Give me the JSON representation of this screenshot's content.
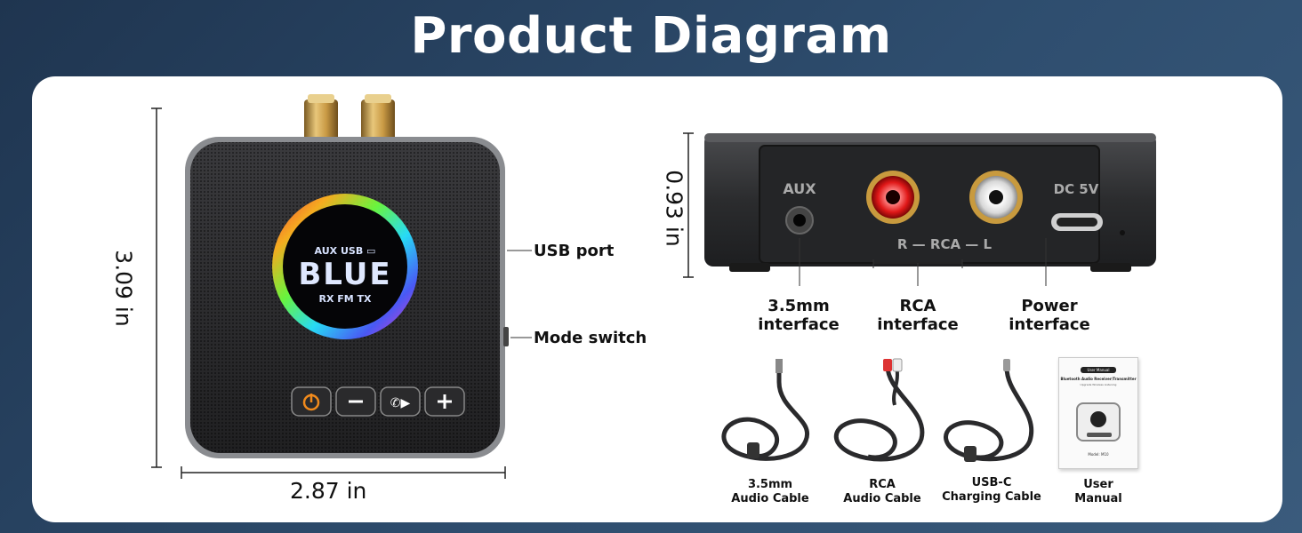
{
  "title": "Product Diagram",
  "front_view": {
    "height_label": "3.09 in",
    "width_label": "2.87 in",
    "callouts": {
      "usb_port": "USB port",
      "mode_switch": "Mode switch"
    },
    "display": {
      "top_row": "AUX USB",
      "main_text": "BLUE",
      "bottom_row": [
        "RX",
        "FM",
        "TX"
      ]
    },
    "buttons": [
      "power",
      "minus",
      "call-play",
      "plus"
    ]
  },
  "back_view": {
    "height_label": "0.93 in",
    "panel_labels": {
      "aux": "AUX",
      "dc": "DC 5V",
      "rca": "R — RCA — L"
    },
    "callouts": {
      "aux_interface": "3.5mm\ninterface",
      "rca_interface": "RCA\ninterface",
      "power_interface": "Power\ninterface"
    }
  },
  "accessories": [
    {
      "label": "3.5mm\nAudio Cable"
    },
    {
      "label": "RCA\nAudio Cable"
    },
    {
      "label": "USB-C\nCharging Cable"
    },
    {
      "label": "User\nManual"
    }
  ],
  "manual": {
    "tag": "User Manual",
    "heading": "Bluetooth Audio Receiver/Transmitter",
    "subheading": "Upgrade Wireless Listening",
    "model": "Model: M10"
  },
  "colors": {
    "background": "#2a4462",
    "card": "#ffffff",
    "accent_orange": "#f08a1c"
  }
}
